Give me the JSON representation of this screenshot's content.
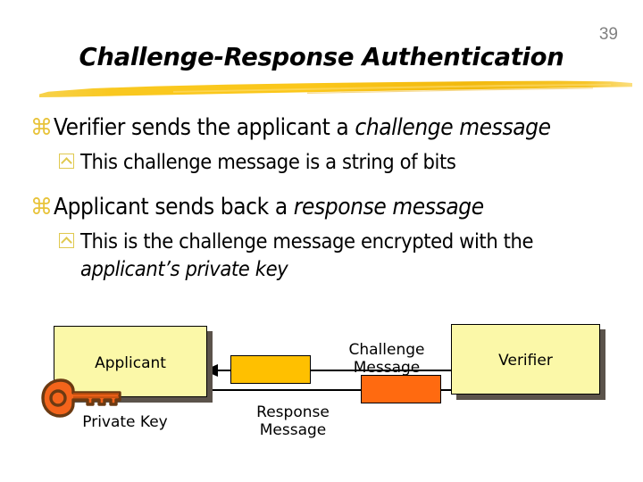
{
  "slide": {
    "number": "39",
    "title": "Challenge-Response Authentication",
    "accent_gold": "#F5C21B",
    "bullet_gold": "#E8C33A",
    "box_fill": "#FBF8A8",
    "shadow_color": "#5B534B",
    "challenge_block_color": "#FFC000",
    "response_block_color": "#FF6A10",
    "key_color": "#F4641B",
    "key_outline": "#6B3A12",
    "number_color": "#808080"
  },
  "body": {
    "bullets": [
      {
        "level": 1,
        "marker_icon": "command-bullet-icon",
        "segments": [
          {
            "text": "Verifier sends the applicant a ",
            "italic": false
          },
          {
            "text": "challenge message",
            "italic": true
          }
        ]
      },
      {
        "level": 2,
        "marker_icon": "chevron-box-bullet-icon",
        "segments": [
          {
            "text": "This challenge message is a string of bits",
            "italic": false
          }
        ]
      },
      {
        "level": 1,
        "marker_icon": "command-bullet-icon",
        "segments": [
          {
            "text": "Applicant sends back a ",
            "italic": false
          },
          {
            "text": "response message",
            "italic": true
          }
        ]
      },
      {
        "level": 2,
        "marker_icon": "chevron-box-bullet-icon",
        "segments": [
          {
            "text": "This is the challenge message encrypted with the ",
            "italic": false
          },
          {
            "text": "applicant’s private key",
            "italic": true
          }
        ]
      }
    ],
    "bullet_1_line1_plain": "Verifier sends the applicant a ",
    "bullet_1_line1_italic": "challenge message",
    "bullet_2_text": "This challenge message is a string of bits",
    "bullet_3_line1_plain": "Applicant sends back a ",
    "bullet_3_line1_italic": "response message",
    "bullet_4_plain_a": "This is the challenge message encrypted with the ",
    "bullet_4_italic_a": "applicant’s private key"
  },
  "diagram": {
    "type": "sequence-exchange",
    "nodes": [
      {
        "id": "applicant",
        "label": "Applicant"
      },
      {
        "id": "verifier",
        "label": "Verifier"
      }
    ],
    "applicant_label": "Applicant",
    "verifier_label": "Verifier",
    "key_label": "Private Key",
    "key_icon": "key-icon",
    "messages": [
      {
        "id": "challenge",
        "label_line1": "Challenge",
        "label_line2": "Message",
        "direction": "verifier-to-applicant",
        "block_color": "#FFC000"
      },
      {
        "id": "response",
        "label_line1": "Response",
        "label_line2": "Message",
        "direction": "applicant-to-verifier",
        "block_color": "#FF6A10"
      }
    ],
    "challenge_label_line1": "Challenge",
    "challenge_label_line2": "Message",
    "response_label_line1": "Response",
    "response_label_line2": "Message"
  }
}
